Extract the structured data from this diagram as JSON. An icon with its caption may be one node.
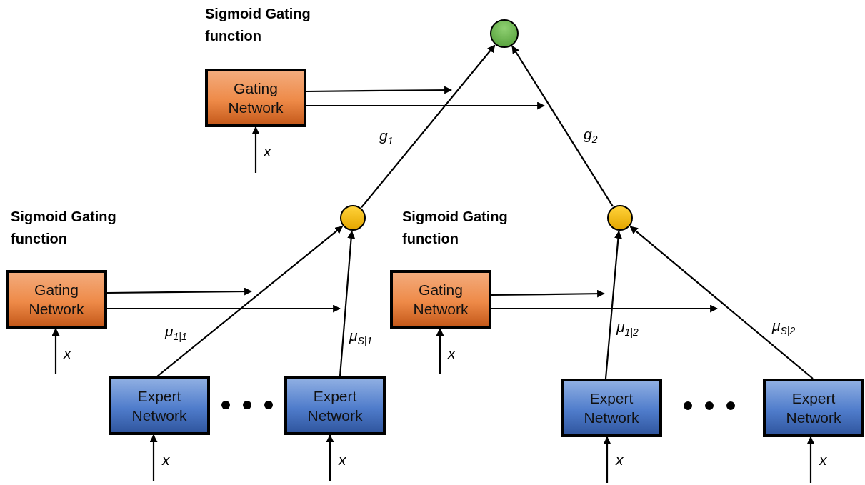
{
  "diagram": {
    "nodes": [
      {
        "text": [],
        "shape": "circle"
      },
      {
        "text": [
          "Gating Network"
        ],
        "beside": [
          "Sigmoid Gating function"
        ]
      },
      {
        "text": [],
        "shape": "circle"
      },
      {
        "text": [],
        "shape": "circle"
      },
      {
        "text": [
          "Gating Network"
        ],
        "beside": [
          "Sigmoid Gating function"
        ]
      },
      {
        "text": [
          "Gating Network"
        ],
        "beside": [
          "Sigmoid Gating function"
        ]
      },
      {
        "text": [
          "Expert Network"
        ]
      },
      {
        "text": [
          "Expert Network"
        ]
      },
      {
        "text": [
          "Expert Network"
        ]
      },
      {
        "text": [
          "Expert Network"
        ]
      }
    ],
    "edges": [
      {
        "from": 2,
        "to": 0,
        "arrow": "to",
        "label": "g$_{1}$"
      },
      {
        "from": 3,
        "to": 0,
        "arrow": "to",
        "label": "g$_{2}$"
      },
      {
        "from": 6,
        "to": 2,
        "arrow": "to",
        "label": "μ$_{1|1}$"
      },
      {
        "from": 7,
        "to": 2,
        "arrow": "to",
        "label": "μ$_{S|1}$"
      },
      {
        "from": 8,
        "to": 3,
        "arrow": "to",
        "label": "μ$_{1|2}$"
      },
      {
        "from": 9,
        "to": 3,
        "arrow": "to",
        "label": "μ$_{S|2}$"
      },
      {
        "from": 1,
        "to": null,
        "arrow": "to"
      },
      {
        "from": 1,
        "to": null,
        "arrow": "to"
      },
      {
        "from": 4,
        "to": null,
        "arrow": "to"
      },
      {
        "from": 4,
        "to": null,
        "arrow": "to"
      },
      {
        "from": 5,
        "to": null,
        "arrow": "to"
      },
      {
        "from": 5,
        "to": null,
        "arrow": "to"
      },
      {
        "from": null,
        "to": 1,
        "arrow": "to",
        "label": "x"
      },
      {
        "from": null,
        "to": 4,
        "arrow": "to",
        "label": "x"
      },
      {
        "from": null,
        "to": 5,
        "arrow": "to",
        "label": "x"
      },
      {
        "from": null,
        "to": 6,
        "arrow": "to",
        "label": "x"
      },
      {
        "from": null,
        "to": 7,
        "arrow": "to",
        "label": "x"
      },
      {
        "from": null,
        "to": 8,
        "arrow": "to",
        "label": "x"
      },
      {
        "from": null,
        "to": 9,
        "arrow": "to",
        "label": "x"
      }
    ]
  }
}
